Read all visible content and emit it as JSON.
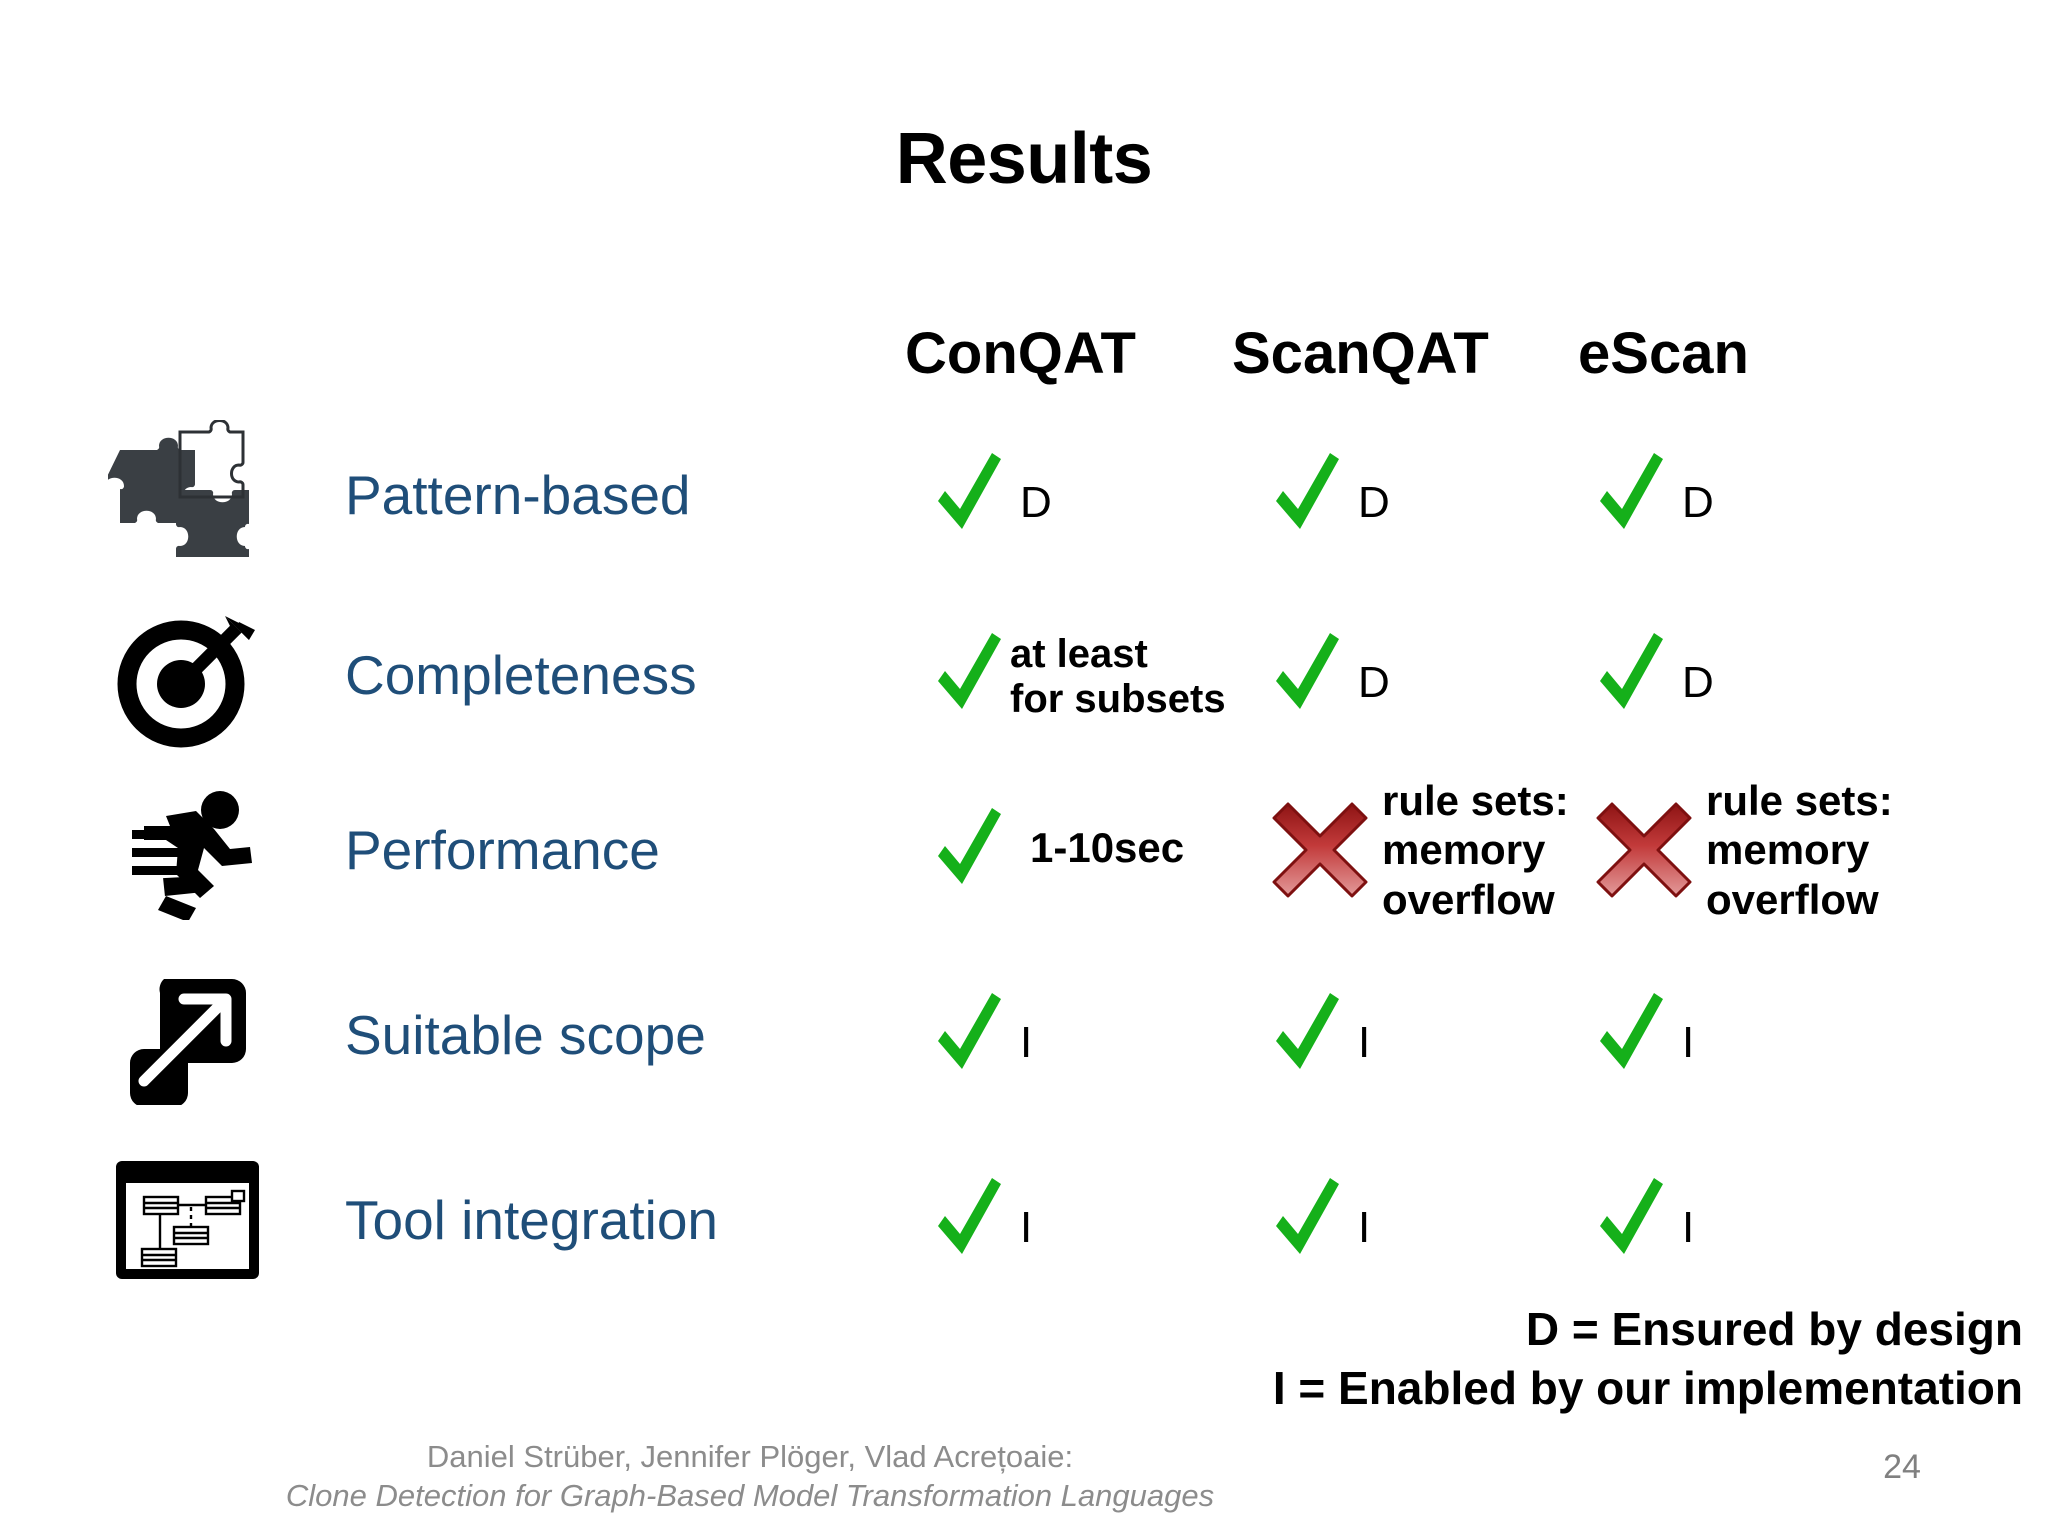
{
  "slide": {
    "title": "Results",
    "page_number": "24"
  },
  "table": {
    "columns": [
      {
        "id": "conqat",
        "label": "ConQAT"
      },
      {
        "id": "scanqat",
        "label": "ScanQAT"
      },
      {
        "id": "escan",
        "label": "eScan"
      }
    ],
    "rows": [
      {
        "id": "pattern-based",
        "label": "Pattern-based",
        "icon": "puzzle-pieces-icon",
        "cells": [
          {
            "mark": "check",
            "note": "D",
            "note_style": "letter"
          },
          {
            "mark": "check",
            "note": "D",
            "note_style": "letter"
          },
          {
            "mark": "check",
            "note": "D",
            "note_style": "letter"
          }
        ]
      },
      {
        "id": "completeness",
        "label": "Completeness",
        "icon": "target-bullseye-icon",
        "cells": [
          {
            "mark": "check",
            "note": "at least\nfor subsets",
            "note_style": "stacked2"
          },
          {
            "mark": "check",
            "note": "D",
            "note_style": "letter"
          },
          {
            "mark": "check",
            "note": "D",
            "note_style": "letter"
          }
        ]
      },
      {
        "id": "performance",
        "label": "Performance",
        "icon": "running-person-icon",
        "cells": [
          {
            "mark": "check",
            "note": "1-10sec",
            "note_style": "inline"
          },
          {
            "mark": "cross",
            "note": "rule sets:\nmemory\noverflow",
            "note_style": "stacked3"
          },
          {
            "mark": "cross",
            "note": "rule sets:\nmemory\noverflow",
            "note_style": "stacked3"
          }
        ]
      },
      {
        "id": "suitable-scope",
        "label": "Suitable scope",
        "icon": "expand-arrow-icon",
        "cells": [
          {
            "mark": "check",
            "note": "I",
            "note_style": "letter"
          },
          {
            "mark": "check",
            "note": "I",
            "note_style": "letter"
          },
          {
            "mark": "check",
            "note": "I",
            "note_style": "letter"
          }
        ]
      },
      {
        "id": "tool-integration",
        "label": "Tool integration",
        "icon": "diagram-window-icon",
        "cells": [
          {
            "mark": "check",
            "note": "I",
            "note_style": "letter"
          },
          {
            "mark": "check",
            "note": "I",
            "note_style": "letter"
          },
          {
            "mark": "check",
            "note": "I",
            "note_style": "letter"
          }
        ]
      }
    ]
  },
  "legend": {
    "lines": [
      "D = Ensured by design",
      "I = Enabled by our implementation"
    ]
  },
  "footer": {
    "authors": "Daniel Strüber, Jennifer Plöger, Vlad Acrețoaie:",
    "paper_title": "Clone Detection for Graph-Based Model Transformation Languages"
  },
  "colors": {
    "row_label": "#1F4E79",
    "check_green": "#15B01A",
    "cross_red_dark": "#9E1B1B",
    "cross_red_light": "#D96A6A",
    "footer_gray": "#8c8c8c"
  }
}
